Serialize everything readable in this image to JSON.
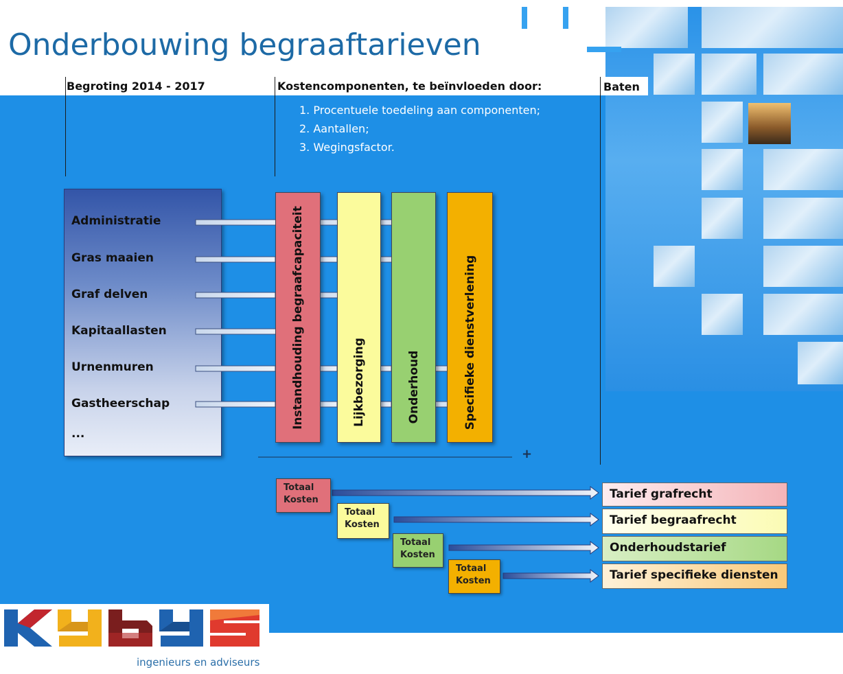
{
  "title": "Onderbouwing begraaftarieven",
  "headers": {
    "begroting": "Begroting 2014 - 2017",
    "kosten": "Kostencomponenten, te beïnvloeden door:",
    "baten": "Baten"
  },
  "factors": [
    "1. Procentuele toedeling aan componenten;",
    "2. Aantallen;",
    "3. Wegingsfactor."
  ],
  "costs": [
    "Administratie",
    "Gras maaien",
    "Graf delven",
    "Kapitaallasten",
    "Urnenmuren",
    "Gastheerschap",
    "..."
  ],
  "components": [
    {
      "label": "Instandhouding begraafcapaciteit",
      "color": "#e0707a"
    },
    {
      "label": "Lijkbezorging",
      "color": "#fbfb9c"
    },
    {
      "label": "Onderhoud",
      "color": "#98d071"
    },
    {
      "label": "Specifieke dienstverlening",
      "color": "#f3b000"
    }
  ],
  "plus_sign": "+",
  "totals": [
    {
      "line1": "Totaal",
      "line2": "Kosten",
      "color": "#e0707a"
    },
    {
      "line1": "Totaal",
      "line2": "Kosten",
      "color": "#fbfb9c"
    },
    {
      "line1": "Totaal",
      "line2": "Kosten",
      "color": "#98d071"
    },
    {
      "line1": "Totaal",
      "line2": "Kosten",
      "color": "#f3b000"
    }
  ],
  "tarieven": [
    {
      "label": "Tarief grafrecht",
      "color": "#f4b4b8"
    },
    {
      "label": "Tarief begraafrecht",
      "color": "#fbfbb4"
    },
    {
      "label": "Onderhoudstarief",
      "color": "#a6d884"
    },
    {
      "label": "Tarief specifieke diensten",
      "color": "#f8c97a"
    }
  ],
  "logo": {
    "letters": "KYBYS",
    "tagline": "ingenieurs en adviseurs"
  }
}
